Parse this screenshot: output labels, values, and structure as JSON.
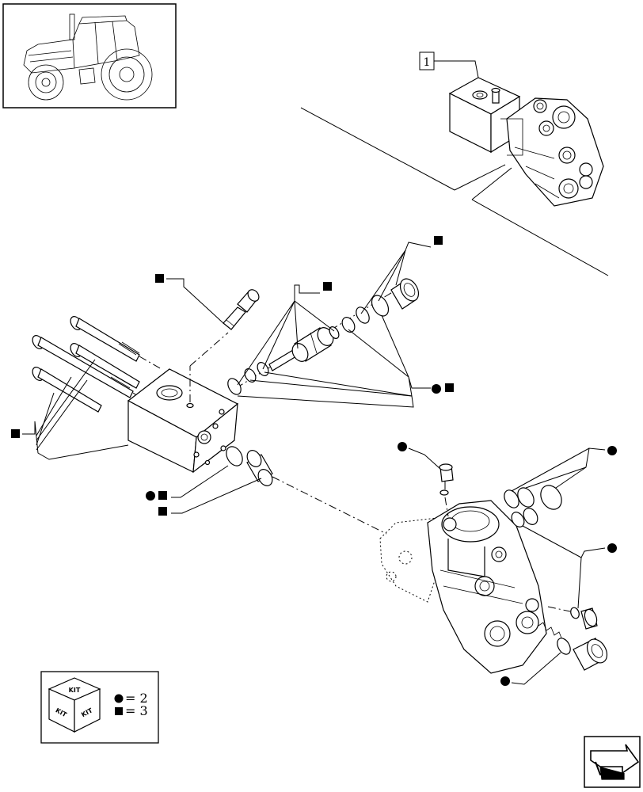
{
  "callout": {
    "number": "1"
  },
  "legend": {
    "kit_words": [
      "KIT",
      "KIT",
      "KIT"
    ],
    "circle_count": "= 2",
    "square_count": "= 3"
  },
  "icons": {
    "thumbnail": "tractor-icon",
    "navigation": "next-page-arrow-icon",
    "circle_marker": "filled-circle",
    "square_marker": "filled-square"
  },
  "colors": {
    "ink": "#000000",
    "paper": "#ffffff"
  }
}
